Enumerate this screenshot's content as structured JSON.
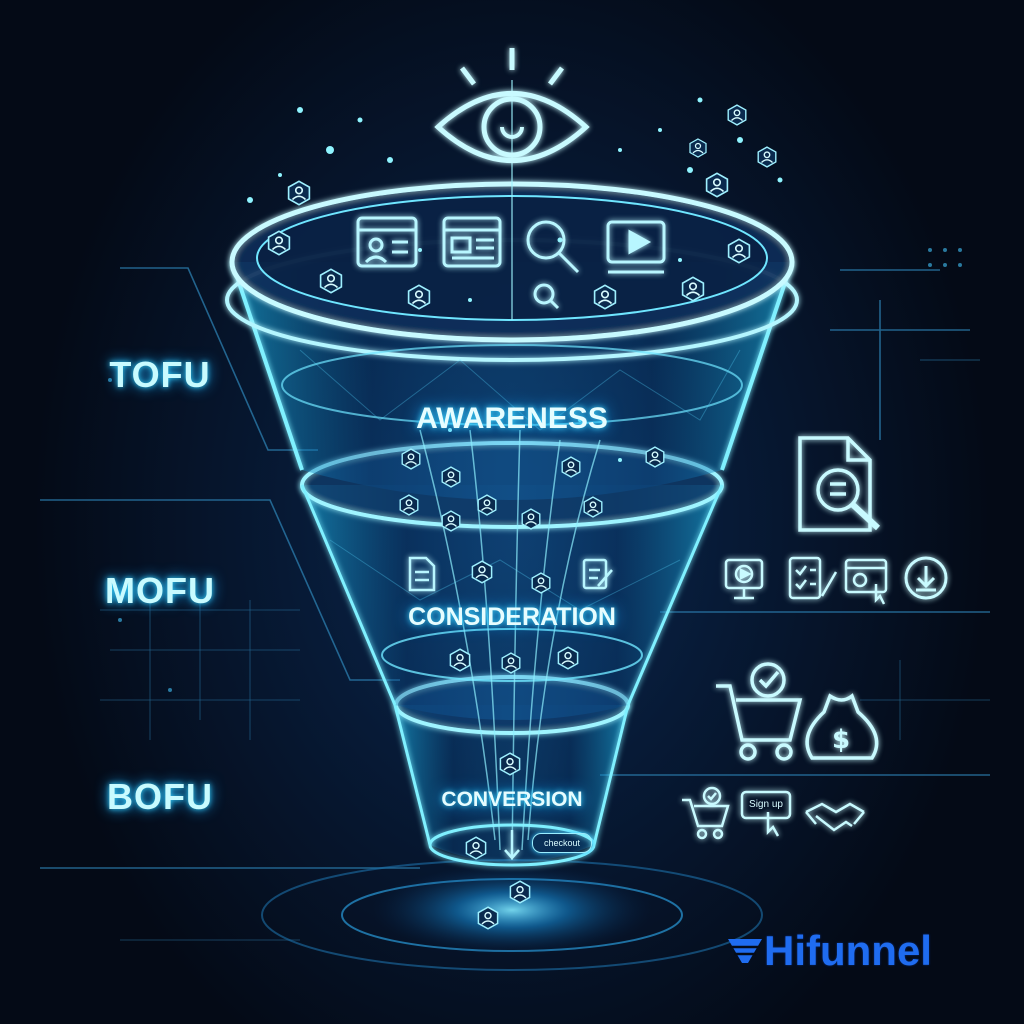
{
  "stages": {
    "tofu": "TOFU",
    "mofu": "MOFU",
    "bofu": "BOFU"
  },
  "phases": {
    "awareness": "AWARENESS",
    "consideration": "CONSIDERATION",
    "conversion": "CONVERSION"
  },
  "checkout_label": "checkout",
  "signup_label": "Sign up",
  "brand": {
    "name": "Hifunnel",
    "color": "#1f6cf0"
  },
  "colors": {
    "glow": "#38d6ff",
    "background": "#050b18",
    "text": "#c8fbff"
  },
  "icons": [
    "eye-icon",
    "profile-card-icon",
    "web-page-icon",
    "magnifier-icon",
    "video-player-icon",
    "user-hexagon-icon",
    "document-search-icon",
    "video-monitor-icon",
    "checklist-icon",
    "analytics-click-icon",
    "download-icon",
    "cart-check-icon",
    "money-bag-icon",
    "small-cart-icon",
    "sign-up-icon",
    "handshake-icon",
    "funnel-logo-icon"
  ]
}
